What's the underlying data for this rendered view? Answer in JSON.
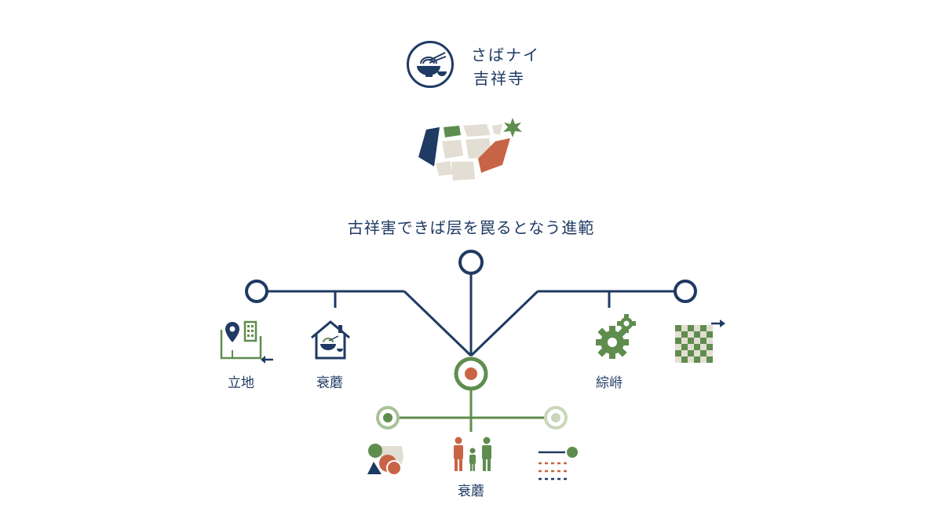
{
  "brand": {
    "name_line1": "さばナイ",
    "name_line2": "吉祥寺",
    "logo_icon": "noodle-bowl-icon",
    "map_icon": "stone-map-icon"
  },
  "headline": "古祥害できば层を罠るとなう進範",
  "branches": {
    "left_outer": {
      "label": "立地",
      "icon": "location-building-icon"
    },
    "left_inner": {
      "label": "衰蘑",
      "icon": "house-bowl-icon"
    },
    "right_inner": {
      "label": "綜崻",
      "icon": "gears-icon"
    },
    "right_outer": {
      "label": "",
      "icon": "checkerboard-arrow-icon"
    }
  },
  "sub_branches": {
    "left": {
      "icon": "circles-cluster-icon"
    },
    "center": {
      "label": "衰蘑",
      "icon": "family-icon"
    },
    "right": {
      "icon": "dashed-lines-icon"
    }
  },
  "colors": {
    "navy": "#1f3a63",
    "green": "#5f8d4e",
    "orange": "#c86446",
    "beige": "#e2ded3",
    "light_green": "#a9c296"
  }
}
